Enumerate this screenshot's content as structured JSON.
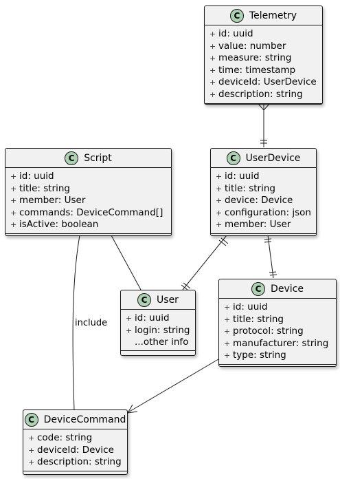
{
  "classes": {
    "telemetry": {
      "badge": "C",
      "name": "Telemetry",
      "fields": [
        "id: uuid",
        "value: number",
        "measure: string",
        "time: timestamp",
        "deviceId: UserDevice",
        "description: string"
      ]
    },
    "script": {
      "badge": "C",
      "name": "Script",
      "fields": [
        "id: uuid",
        "title: string",
        "member: User",
        "commands: DeviceCommand[]",
        "isActive: boolean"
      ]
    },
    "userdevice": {
      "badge": "C",
      "name": "UserDevice",
      "fields": [
        "id: uuid",
        "title: string",
        "device: Device",
        "configuration: json",
        "member: User"
      ]
    },
    "user": {
      "badge": "C",
      "name": "User",
      "fields": [
        "id: uuid",
        "login: string"
      ],
      "extra": "...other info"
    },
    "device": {
      "badge": "C",
      "name": "Device",
      "fields": [
        "id: uuid",
        "title: string",
        "protocol: string",
        "manufacturer: string",
        "type: string"
      ]
    },
    "devicecommand": {
      "badge": "C",
      "name": "DeviceCommand",
      "fields": [
        "code: string",
        "deviceId: Device",
        "description: string"
      ]
    }
  },
  "visibility_marker": "+",
  "relations": {
    "script_to_devicecommand_label": "include"
  },
  "colors": {
    "class_fill": "#f1f1f1",
    "border": "#181818",
    "badge_fill": "#add1b2"
  }
}
